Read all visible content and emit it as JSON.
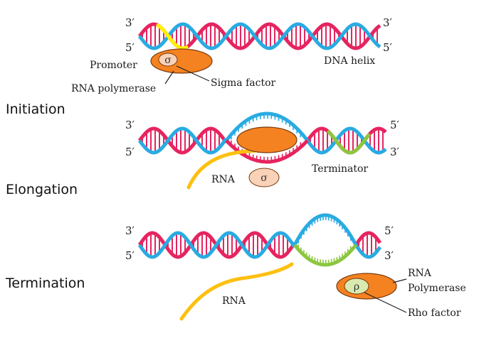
{
  "colors": {
    "strand_blue": "#29ABE2",
    "strand_red": "#E6245F",
    "promoter": "#FFF200",
    "terminator": "#8DC63F",
    "polymerase": "#F58220",
    "polymerase_outline": "#7A3A10",
    "factor": "#F9D2B8",
    "rho": "#D9EAB0",
    "rna": "#FDC010"
  },
  "stages": {
    "initiation": "Initiation",
    "elongation": "Elongation",
    "termination": "Termination"
  },
  "ends": {
    "three_prime": "3′",
    "five_prime": "5′"
  },
  "labels": {
    "promoter": "Promoter",
    "dna_helix": "DNA helix",
    "rna_polymerase": "RNA polymerase",
    "sigma_factor": "Sigma factor",
    "sigma_symbol": "σ",
    "rna": "RNA",
    "terminator": "Terminator",
    "rna_polymerase_line1": "RNA",
    "rna_polymerase_line2": "Polymerase",
    "rho_factor": "Rho factor",
    "rho_symbol": "ρ"
  }
}
